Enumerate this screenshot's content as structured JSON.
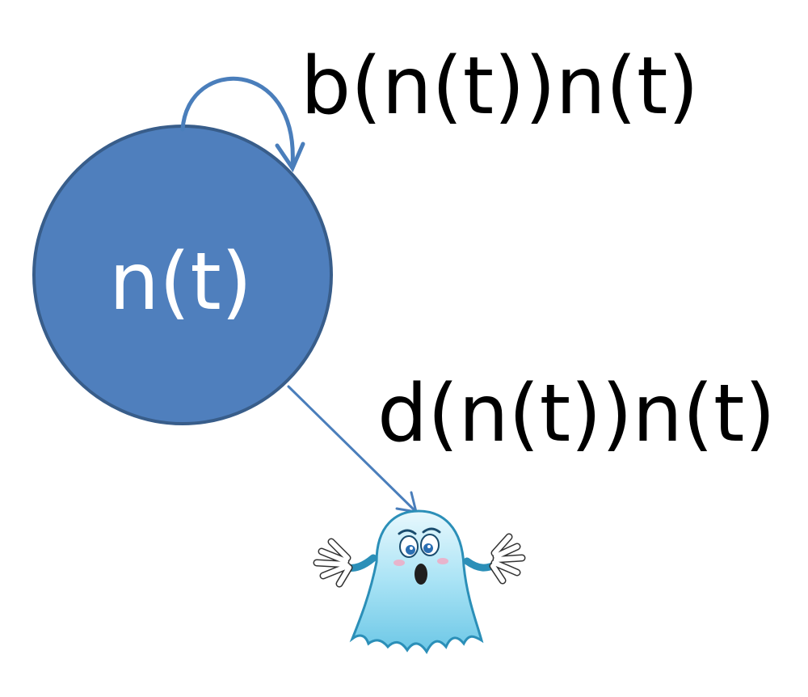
{
  "diagram": {
    "node_label": "n(t)",
    "birth_rate_label": "b(n(t))n(t)",
    "death_rate_label": "d(n(t))n(t)",
    "colors": {
      "node_fill": "#4f7fbd",
      "node_stroke": "#385d8a",
      "arrow": "#4a7ebb",
      "ghost_body": "#a9e3f5",
      "ghost_outline": "#2b8fb8"
    },
    "icons": [
      "ghost-icon"
    ]
  }
}
